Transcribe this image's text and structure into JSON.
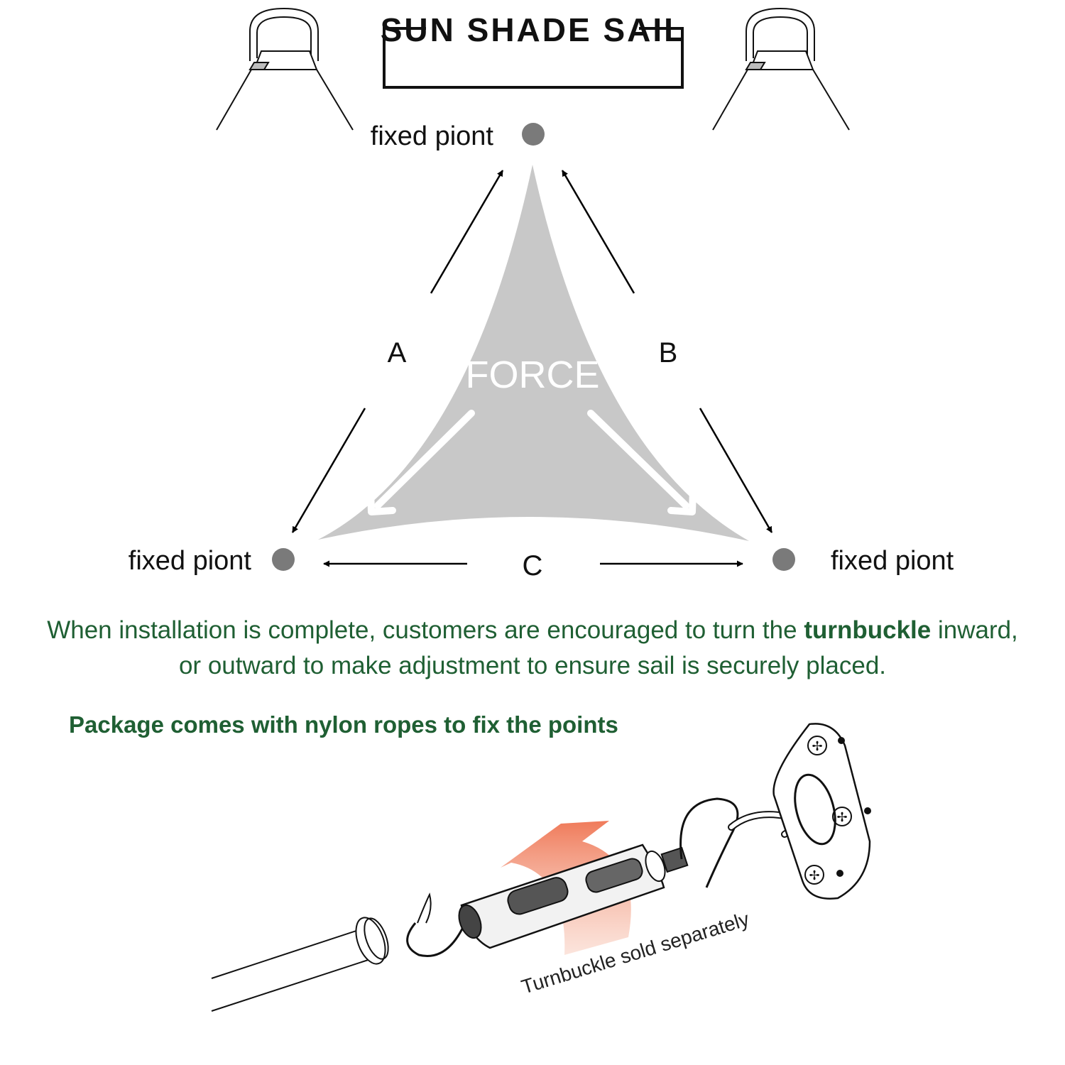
{
  "title": "SUN SHADE SAIL",
  "points": {
    "top": "fixed piont",
    "left": "fixed piont",
    "right": "fixed piont"
  },
  "sides": {
    "a": "A",
    "b": "B",
    "c": "C"
  },
  "force": "FORCE",
  "note": {
    "part1": "When installation is complete, customers are encouraged to turn the ",
    "highlight": "turnbuckle",
    "part2": " inward, or outward to make adjustment to ensure sail is securely placed."
  },
  "package_note": "Package comes with nylon ropes to fix the points",
  "turnbuckle_caption": "Turnbuckle sold separately",
  "colors": {
    "green_text": "#1f5f33",
    "sail_gray": "#c8c8c8",
    "point_gray": "#7a7a7a",
    "arrow_orange": "#f28a6a"
  },
  "icons": [
    "d-ring-icon",
    "arrow-icon",
    "turnbuckle-icon",
    "eye-plate-icon",
    "rope-icon"
  ]
}
